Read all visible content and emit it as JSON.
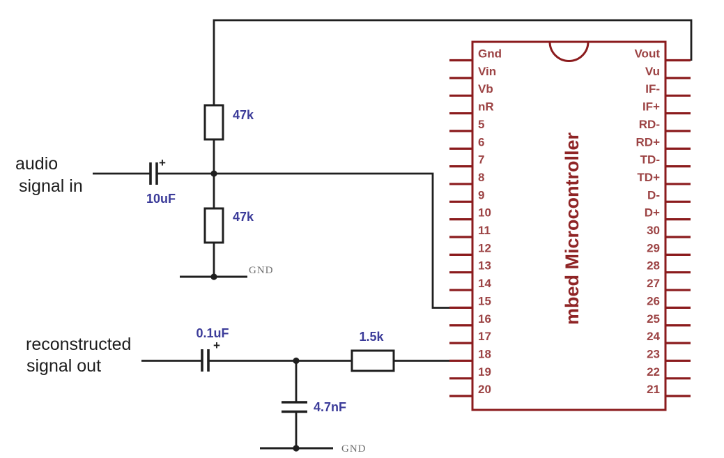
{
  "schematic": {
    "chip": {
      "name": "mbed Microcontroller",
      "left_pins": [
        "Gnd",
        "Vin",
        "Vb",
        "nR",
        "5",
        "6",
        "7",
        "8",
        "9",
        "10",
        "11",
        "12",
        "13",
        "14",
        "15",
        "16",
        "17",
        "18",
        "19",
        "20"
      ],
      "right_pins": [
        "Vout",
        "Vu",
        "IF-",
        "IF+",
        "RD-",
        "RD+",
        "TD-",
        "TD+",
        "D-",
        "D+",
        "30",
        "29",
        "28",
        "27",
        "26",
        "25",
        "24",
        "23",
        "22",
        "21"
      ]
    },
    "labels": {
      "audio_in_line1": "audio",
      "audio_in_line2": "signal in",
      "signal_out_line1": "reconstructed",
      "signal_out_line2": "signal out",
      "gnd_top": "GND",
      "gnd_bottom": "GND"
    },
    "components": {
      "input_cap": {
        "value": "10uF",
        "polarity": "+"
      },
      "top_resistor": {
        "value": "47k"
      },
      "bottom_resistor": {
        "value": "47k"
      },
      "output_cap": {
        "value": "0.1uF",
        "polarity": "+"
      },
      "output_resistor": {
        "value": "1.5k"
      },
      "filter_cap": {
        "value": "4.7nF"
      }
    },
    "connections": {
      "audio_in_pin": "15",
      "signal_out_pin": "18",
      "top_rail_pin": "Vout"
    },
    "colors": {
      "chip_outline": "#8b1b1d",
      "chip_pin_text": "#9c4344",
      "chip_title_text": "#8f2425",
      "wire": "#1f1f1f",
      "component_value_text": "#3b3b99",
      "gnd_text": "#6f6f6f",
      "background": "#ffffff"
    }
  }
}
